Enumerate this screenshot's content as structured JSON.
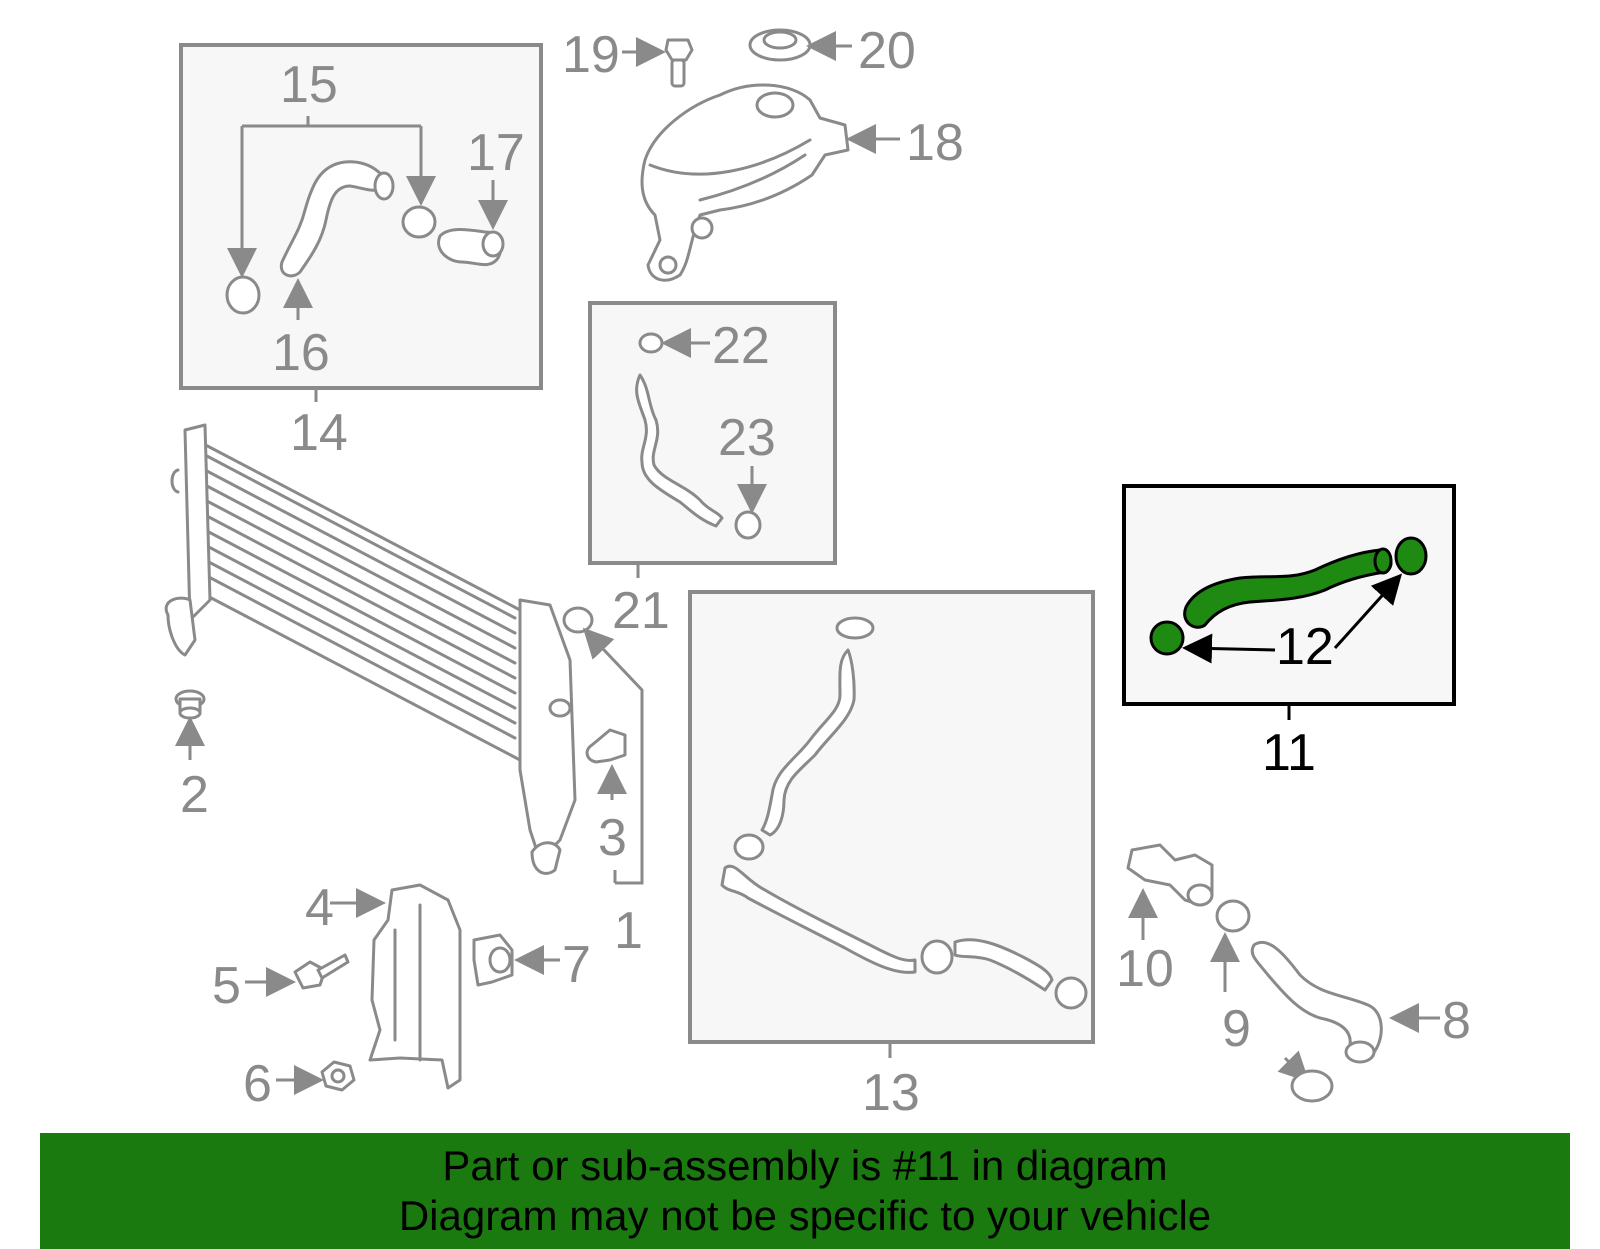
{
  "callouts": {
    "c1": "1",
    "c2": "2",
    "c3": "3",
    "c4": "4",
    "c5": "5",
    "c6": "6",
    "c7": "7",
    "c8": "8",
    "c9": "9",
    "c10": "10",
    "c11": "11",
    "c12": "12",
    "c13": "13",
    "c14": "14",
    "c15": "15",
    "c16": "16",
    "c17": "17",
    "c18": "18",
    "c19": "19",
    "c20": "20",
    "c21": "21",
    "c22": "22",
    "c23": "23"
  },
  "highlight": {
    "part_number": "11",
    "color": "#1e8a12"
  },
  "banner": {
    "line1": "Part or sub-assembly is #11 in diagram",
    "line2": "Diagram may not be specific to your vehicle",
    "color": "#1a7a10"
  }
}
